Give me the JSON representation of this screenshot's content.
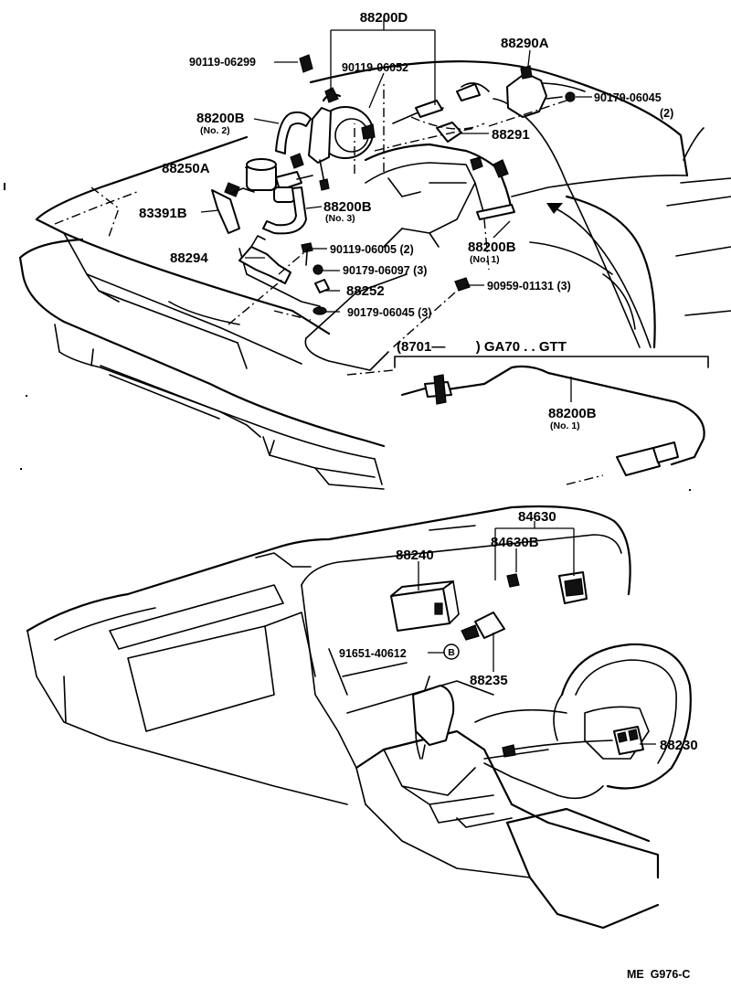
{
  "labels": {
    "p88200D": "88200D",
    "p90119_06299": "90119-06299",
    "p90119_06052": "90119-06052",
    "p88290A": "88290A",
    "p90179_06045_2": "90179-06045",
    "p90179_06045_2_qty": "(2)",
    "p88200B_no2": "88200B",
    "p88200B_no2_sub": "(No. 2)",
    "p88291": "88291",
    "p88250A": "88250A",
    "p83391B": "83391B",
    "p88200B_no3": "88200B",
    "p88200B_no3_sub": "(No. 3)",
    "p88200B_no1a": "88200B",
    "p88200B_no1a_sub": "(No. 1)",
    "p88294": "88294",
    "p90119_06005": "90119-06005 (2)",
    "p90179_06097": "90179-06097 (3)",
    "p90959_01131": "90959-01131 (3)",
    "p88252": "88252",
    "p90179_06045_3": "90179-06045 (3)",
    "model_note": "(8701—        ) GA70 . . GTT",
    "p88200B_no1b": "88200B",
    "p88200B_no1b_sub": "(No. 1)",
    "p84630": "84630",
    "p84630B": "84630B",
    "p88240": "88240",
    "p91651_40612": "91651-40612",
    "bolt_marker": "B",
    "p88235": "88235",
    "p88230": "88230",
    "figure_code": "ME  G976-C"
  }
}
